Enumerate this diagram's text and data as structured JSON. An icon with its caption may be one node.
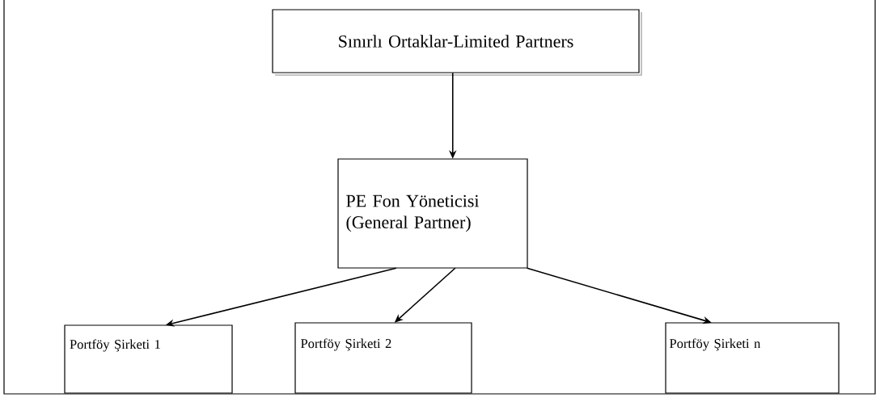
{
  "diagram": {
    "nodes": [
      {
        "text": [
          "Sınırlı Ortaklar-Limited Partners"
        ]
      },
      {
        "text": [
          "PE Fon Yöneticisi (General Partner)"
        ]
      },
      {
        "text": [
          "Portföy Şirketi 1"
        ]
      },
      {
        "text": [
          "Portföy Şirketi 2"
        ]
      },
      {
        "text": [
          "Portföy Şirketi n"
        ]
      }
    ],
    "edges": [
      {
        "from": 0,
        "to": 1,
        "arrow": "to"
      },
      {
        "from": 1,
        "to": 2,
        "arrow": "to"
      },
      {
        "from": 1,
        "to": 3,
        "arrow": "to"
      },
      {
        "from": 1,
        "to": 4,
        "arrow": "to"
      }
    ]
  }
}
